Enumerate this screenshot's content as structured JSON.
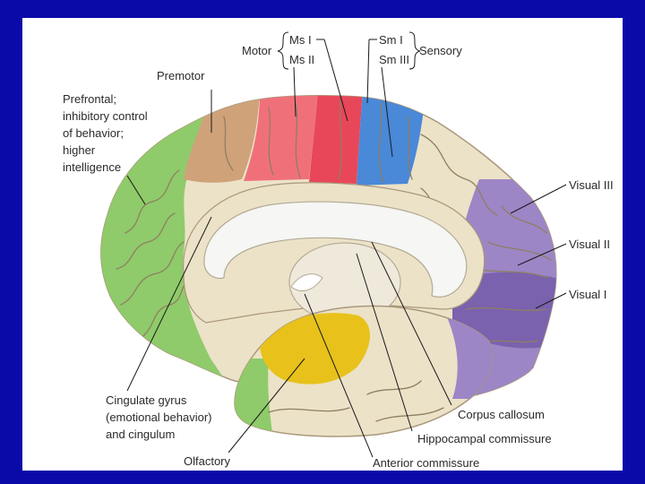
{
  "labels": {
    "motor": "Motor",
    "ms1": "Ms I",
    "ms2": "Ms II",
    "sm1": "Sm I",
    "sm3": "Sm III",
    "sensory": "Sensory",
    "premotor": "Premotor",
    "prefrontal": [
      "Prefrontal;",
      "inhibitory control",
      "of behavior;",
      "higher",
      "intelligence"
    ],
    "visual3": "Visual III",
    "visual2": "Visual II",
    "visual1": "Visual I",
    "cingulate": [
      "Cingulate gyrus",
      "(emotional behavior)",
      "and cingulum"
    ],
    "corpus": "Corpus callosum",
    "hippocampal": "Hippocampal commissure",
    "olfactory": "Olfactory",
    "anterior": "Anterior commissure"
  },
  "colors": {
    "frame": "#0a0aa8",
    "background": "#ffffff",
    "prefrontal": "#8fcb6a",
    "premotor": "#cfa27a",
    "motor": "#f0707a",
    "motor_dark": "#e8475a",
    "sensory": "#4a88d8",
    "cortex": "#ece2c8",
    "visual": "#9c86c6",
    "visual_dark": "#7a62ae",
    "olfactory": "#e8c21a",
    "callosum": "#f6f6f4"
  }
}
